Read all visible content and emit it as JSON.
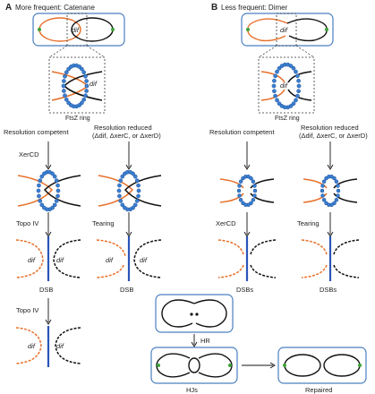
{
  "panel_a": {
    "letter": "A",
    "title": "More frequent: Catenane",
    "dif_top": "dif",
    "dif_zoom": "dif",
    "ring_label": "FtsZ ring",
    "left_branch": {
      "heading": "Resolution competent",
      "step1": "XerCD",
      "step2": "Topo IV",
      "dif_left": "dif",
      "dif_right": "dif",
      "outcome": "DSB",
      "step3": "Topo IV",
      "dif_left2": "dif",
      "dif_right2": "dif"
    },
    "right_branch": {
      "heading1": "Resolution reduced",
      "heading2": "(Δdif, ΔxerC, or ΔxerD)",
      "step2": "Tearing",
      "dif_left": "dif",
      "dif_right": "dif",
      "outcome": "DSB"
    }
  },
  "panel_b": {
    "letter": "B",
    "title": "Less frequent: Dimer",
    "dif_top": "dif",
    "dif_zoom": "dif",
    "ring_label": "FtsZ ring",
    "left_branch": {
      "heading": "Resolution competent",
      "step2": "XerCD",
      "outcome": "DSBs"
    },
    "right_branch": {
      "heading1": "Resolution reduced",
      "heading2": "(Δdif, ΔxerC, or ΔxerD)",
      "step2": "Tearing",
      "outcome": "DSBs"
    },
    "repair": {
      "step": "HR",
      "intermediate": "HJs",
      "final": "Repaired"
    }
  },
  "colors": {
    "orange": "#e8702a",
    "black": "#111111",
    "blue_box": "#4a7fc1",
    "ring": "#3a7fd0",
    "dif_green": "#3aa335",
    "septum": "#2a55b8"
  }
}
